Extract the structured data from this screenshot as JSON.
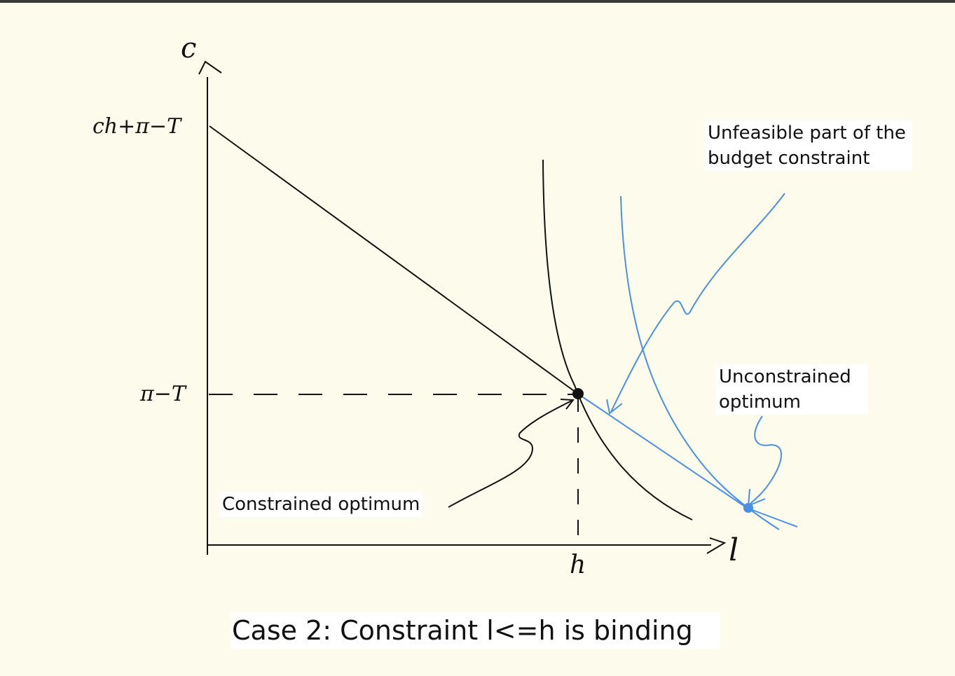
{
  "axes": {
    "y_label": "c",
    "x_label": "l",
    "y_tick_top": "ch+π−T",
    "y_tick_mid": "π−T",
    "x_tick": "h"
  },
  "annotations": {
    "unfeasible_line1": "Unfeasible part of the",
    "unfeasible_line2": "budget constraint",
    "unconstrained_line1": "Unconstrained",
    "unconstrained_line2": "optimum",
    "constrained": "Constrained optimum"
  },
  "caption": "Case 2: Constraint l<=h is binding",
  "colors": {
    "ink": "#111111",
    "blue": "#4a90e2",
    "background": "#fdfbec"
  }
}
